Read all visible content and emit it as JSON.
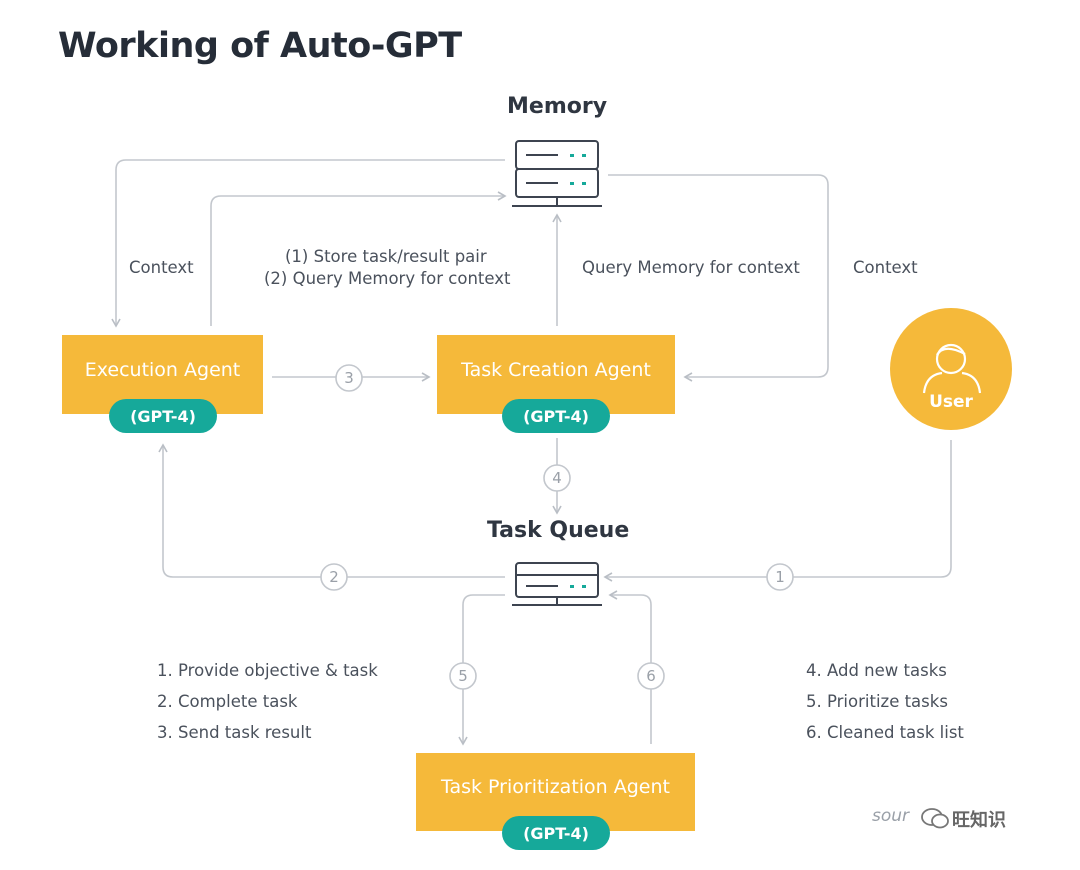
{
  "title": "Working of Auto-GPT",
  "memory": {
    "label": "Memory"
  },
  "task_queue": {
    "label": "Task Queue"
  },
  "agents": {
    "execution": {
      "name": "Execution Agent",
      "model": "(GPT-4)"
    },
    "task_creation": {
      "name": "Task Creation Agent",
      "model": "(GPT-4)"
    },
    "task_prioritization": {
      "name": "Task Prioritization Agent",
      "model": "(GPT-4)"
    }
  },
  "user": {
    "label": "User"
  },
  "edge_labels": {
    "context_left": "Context",
    "context_right": "Context",
    "store_query_line1": "(1) Store task/result pair",
    "store_query_line2": "(2) Query Memory for context",
    "query_memory": "Query Memory for context"
  },
  "step_numbers": [
    "1",
    "2",
    "3",
    "4",
    "5",
    "6"
  ],
  "legend_left": [
    "1. Provide objective & task",
    "2. Complete task",
    "3. Send task result"
  ],
  "legend_right": [
    "4. Add new tasks",
    "5. Prioritize tasks",
    "6. Cleaned task list"
  ],
  "source_text": "sour",
  "watermark_text": "旺知识",
  "colors": {
    "agent": "#f5b93a",
    "model_badge": "#16a99a",
    "arrow": "#b9bec5",
    "heading": "#262d38"
  }
}
